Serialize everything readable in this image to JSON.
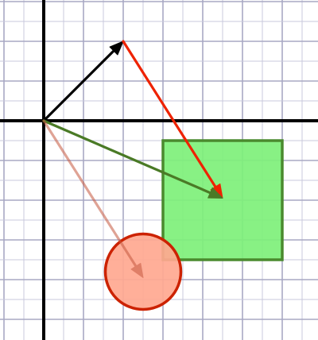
{
  "grid": {
    "x_range": [
      -1,
      7
    ],
    "y_range": [
      -5,
      3
    ],
    "minor_step": 0.5,
    "major_step": 1,
    "background": "#ffffff",
    "minor_color": "#c8c8dc",
    "major_color": "#a8a8c4"
  },
  "axes": {
    "color": "#000000"
  },
  "shapes": {
    "square": {
      "x0": 3,
      "y0": -0.5,
      "x1": 6,
      "y1": -3.5,
      "fill": "#7ef07a",
      "stroke": "#4a8a2e"
    },
    "circle": {
      "cx": 2.5,
      "cy": -3.8,
      "r": 0.95,
      "fill": "#ffa890",
      "stroke": "#cc2200"
    }
  },
  "vectors": [
    {
      "id": "vector-black",
      "from": [
        0,
        0
      ],
      "to": [
        2,
        2
      ],
      "color": "#000000",
      "opacity": 1
    },
    {
      "id": "vector-red",
      "from": [
        2,
        2
      ],
      "to": [
        4.5,
        -1.95
      ],
      "color": "#ee2200",
      "opacity": 1
    },
    {
      "id": "vector-green",
      "from": [
        0,
        0
      ],
      "to": [
        4.5,
        -1.95
      ],
      "color": "#4a7a26",
      "opacity": 1
    },
    {
      "id": "vector-faded-red",
      "from": [
        0,
        0
      ],
      "to": [
        2.5,
        -3.95
      ],
      "color": "#c65840",
      "opacity": 0.55
    }
  ]
}
